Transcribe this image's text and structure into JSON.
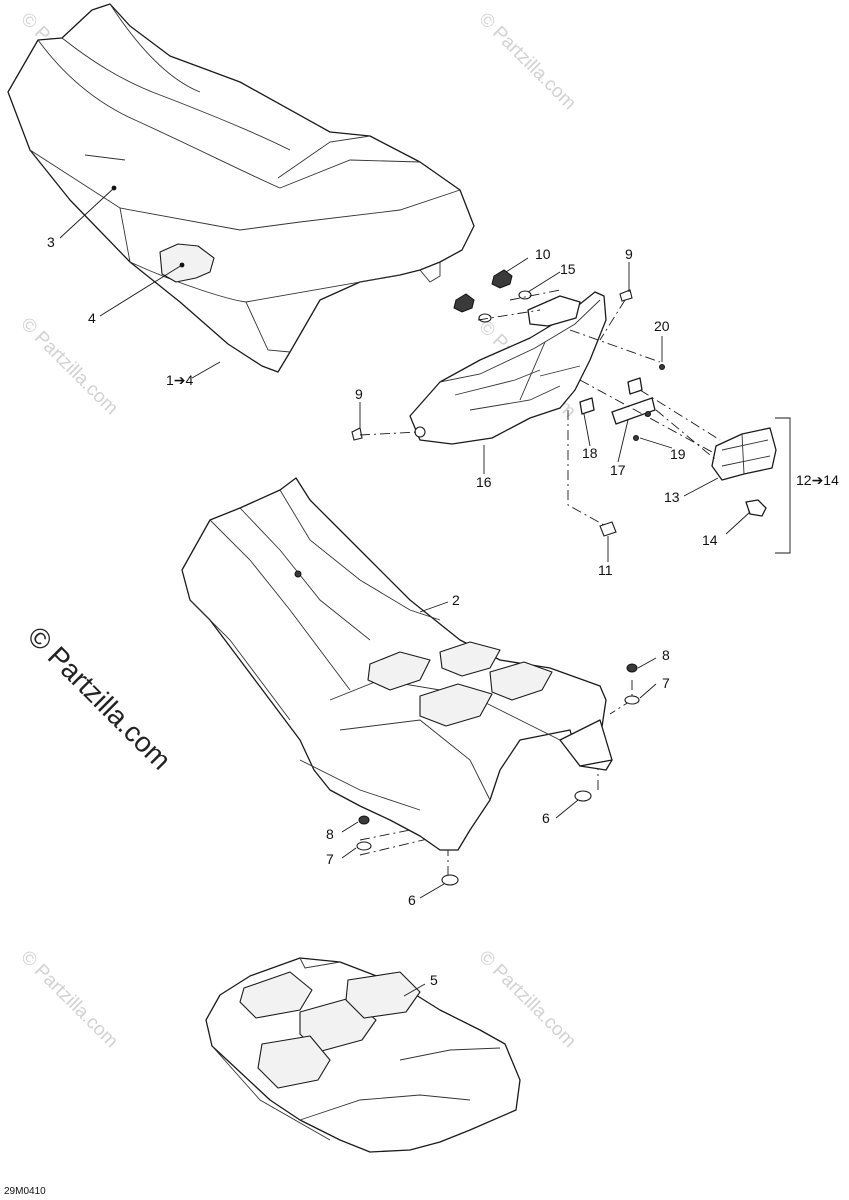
{
  "watermarks": {
    "small": "© Partzilla.com",
    "large": "© Partzilla.com"
  },
  "diagram_code": "29M0410",
  "callouts": {
    "c1to4": "1➔4",
    "c2": "2",
    "c3": "3",
    "c4": "4",
    "c5": "5",
    "c6a": "6",
    "c6b": "6",
    "c7a": "7",
    "c7b": "7",
    "c8a": "8",
    "c8b": "8",
    "c9a": "9",
    "c9b": "9",
    "c10": "10",
    "c11": "11",
    "c12to14": "12➔14",
    "c13": "13",
    "c14": "14",
    "c15": "15",
    "c16": "16",
    "c17": "17",
    "c18": "18",
    "c19": "19",
    "c20": "20"
  }
}
